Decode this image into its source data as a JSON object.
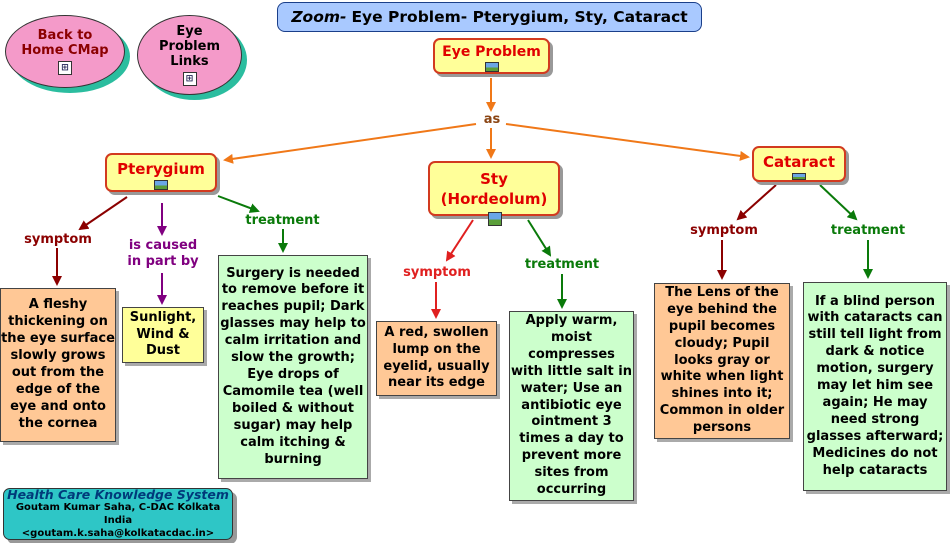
{
  "title": {
    "prefix": "Zoom-",
    "text": "Eye Problem- Pterygium, Sty, Cataract"
  },
  "nav": {
    "back_home": "Back to Home CMap",
    "eye_links": "Eye Problem Links"
  },
  "root": {
    "label": "Eye Problem",
    "link_label": "as"
  },
  "pterygium": {
    "label": "Pterygium",
    "symptom_label": "symptom",
    "symptom_text": "A fleshy thickening on the eye surface slowly grows out from the edge of the eye and onto the cornea",
    "cause_label": "is caused in part by",
    "cause_text": "Sunlight, Wind & Dust",
    "treatment_label": "treatment",
    "treatment_text": "Surgery is needed to remove before it reaches pupil; Dark glasses may help to calm irritation and slow the growth; Eye drops of Camomile tea (well boiled & without sugar) may help calm itching & burning"
  },
  "sty": {
    "label": "Sty (Hordeolum)",
    "symptom_label": "symptom",
    "symptom_text": "A red, swollen lump on the eyelid, usually near its edge",
    "treatment_label": "treatment",
    "treatment_text": "Apply warm, moist compresses with little salt in water; Use an antibiotic eye ointment 3 times a day to prevent more sites from occurring"
  },
  "cataract": {
    "label": "Cataract",
    "symptom_label": "symptom",
    "symptom_text": "The Lens of the eye behind the pupil becomes cloudy; Pupil looks gray or white when light shines into it; Common in older persons",
    "treatment_label": "treatment",
    "treatment_text": "If a blind person with cataracts can still tell light from dark & notice motion, surgery may let him see again; He may need strong glasses afterward; Medicines do not help cataracts"
  },
  "footer": {
    "title": "Health Care Knowledge System",
    "author": "Goutam Kumar Saha, C-DAC Kolkata India",
    "email": "<goutam.k.saha@kolkatacdac.in>"
  },
  "colors": {
    "orange_link": "#f07818",
    "symptom_dark": "#8b0000",
    "cause": "#800080",
    "treatment": "#0a7a0a",
    "concept_text": "#e00000"
  }
}
